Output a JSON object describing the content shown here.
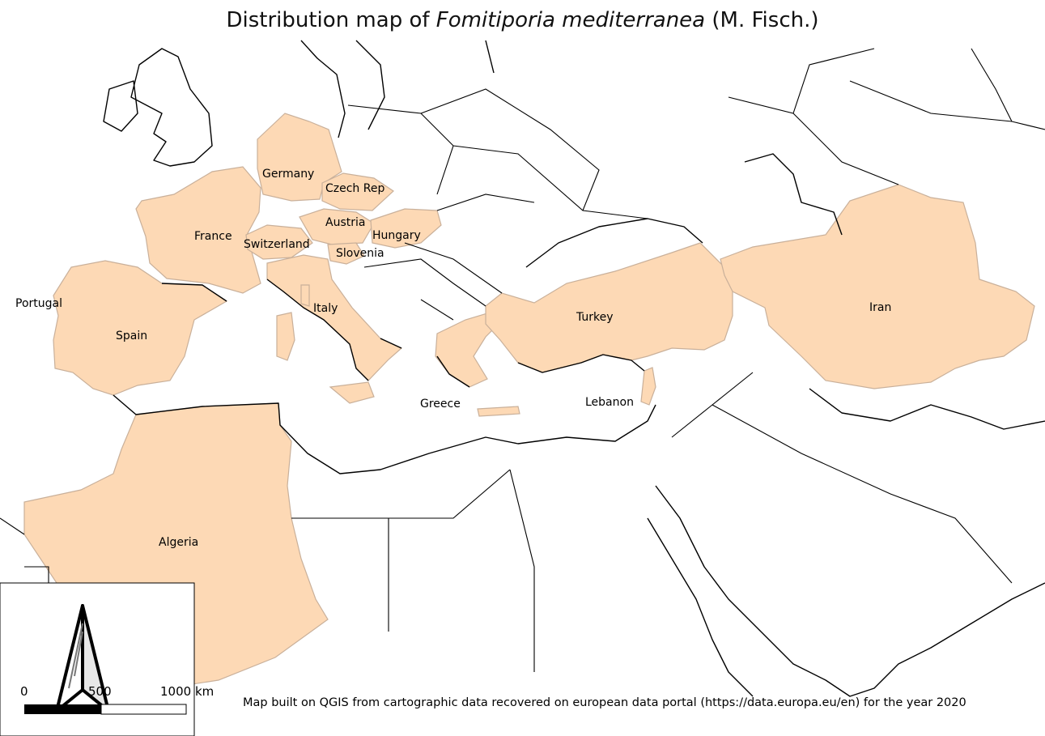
{
  "title": {
    "prefix": "Distribution map of ",
    "species": "Fomitiporia mediterranea",
    "author": " (M. Fisch.)"
  },
  "countries": [
    {
      "name": "Germany",
      "color": "#fdd9b5"
    },
    {
      "name": "Czech Rep",
      "color": "#fdd9b5"
    },
    {
      "name": "Austria",
      "color": "#fdd9b5"
    },
    {
      "name": "Hungary",
      "color": "#fdd9b5"
    },
    {
      "name": "France",
      "color": "#fdd9b5"
    },
    {
      "name": "Switzerland",
      "color": "#fdd9b5"
    },
    {
      "name": "Slovenia",
      "color": "#fdd9b5"
    },
    {
      "name": "Portugal",
      "color": "#fdd9b5"
    },
    {
      "name": "Spain",
      "color": "#fdd9b5"
    },
    {
      "name": "Italy",
      "color": "#fdd9b5"
    },
    {
      "name": "Turkey",
      "color": "#fdd9b5"
    },
    {
      "name": "Iran",
      "color": "#fdd9b5"
    },
    {
      "name": "Greece",
      "color": "#fdd9b5"
    },
    {
      "name": "Lebanon",
      "color": "#fdd9b5"
    },
    {
      "name": "Algeria",
      "color": "#fdd9b5"
    }
  ],
  "scale": {
    "start": "0",
    "mid": "500",
    "end": "1000 km"
  },
  "north_arrow": "north-arrow-icon",
  "footer": "Map built on QGIS from cartographic data recovered on european data portal (https://data.europa.eu/en) for the year 2020"
}
